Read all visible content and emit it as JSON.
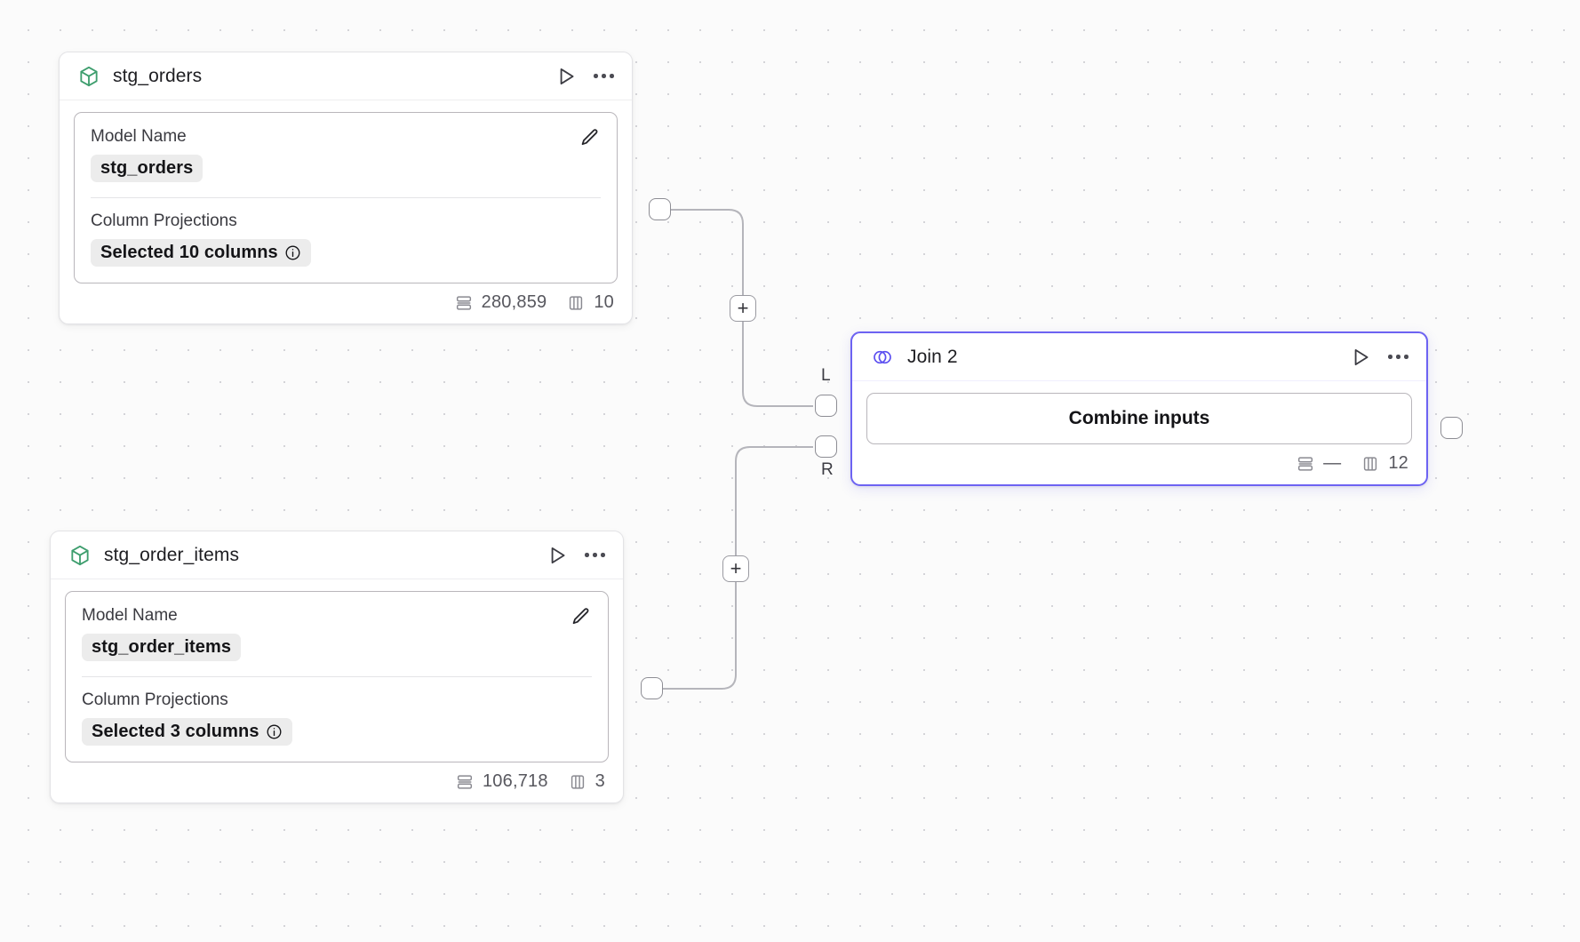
{
  "canvas": {
    "background": "#fbfbfb",
    "dot_color": "#d4d4d8",
    "accent": "#6d63f2"
  },
  "nodes": [
    {
      "id": "stg_orders",
      "type": "model",
      "title": "stg_orders",
      "icon": "cube-icon",
      "icon_color": "#3e9e6e",
      "run_label": "play-icon",
      "menu_label": "more-options-icon",
      "fields": {
        "model_name_label": "Model Name",
        "model_name_value": "stg_orders",
        "column_projections_label": "Column Projections",
        "column_projections_value": "Selected 10 columns"
      },
      "stats": {
        "rows_icon": "rows-icon",
        "rows": "280,859",
        "columns_icon": "columns-icon",
        "columns": "10"
      }
    },
    {
      "id": "stg_order_items",
      "type": "model",
      "title": "stg_order_items",
      "icon": "cube-icon",
      "icon_color": "#3e9e6e",
      "run_label": "play-icon",
      "menu_label": "more-options-icon",
      "fields": {
        "model_name_label": "Model Name",
        "model_name_value": "stg_order_items",
        "column_projections_label": "Column Projections",
        "column_projections_value": "Selected 3 columns"
      },
      "stats": {
        "rows_icon": "rows-icon",
        "rows": "106,718",
        "columns_icon": "columns-icon",
        "columns": "3"
      }
    },
    {
      "id": "join_2",
      "type": "join",
      "selected": true,
      "title": "Join 2",
      "icon": "venn-circles-icon",
      "icon_color": "#5b4ef0",
      "run_label": "play-icon",
      "menu_label": "more-options-icon",
      "action_label": "Combine inputs",
      "input_labels": {
        "left": "L",
        "right": "R"
      },
      "stats": {
        "rows_icon": "rows-icon",
        "rows": "—",
        "columns_icon": "columns-icon",
        "columns": "12"
      }
    }
  ],
  "edges": [
    {
      "from": "stg_orders",
      "to": "join_2",
      "to_port": "L",
      "add_button": "+"
    },
    {
      "from": "stg_order_items",
      "to": "join_2",
      "to_port": "R",
      "add_button": "+"
    }
  ],
  "tooltips": {
    "info_icon": "info-icon",
    "edit_icon": "edit-pencil-icon"
  }
}
